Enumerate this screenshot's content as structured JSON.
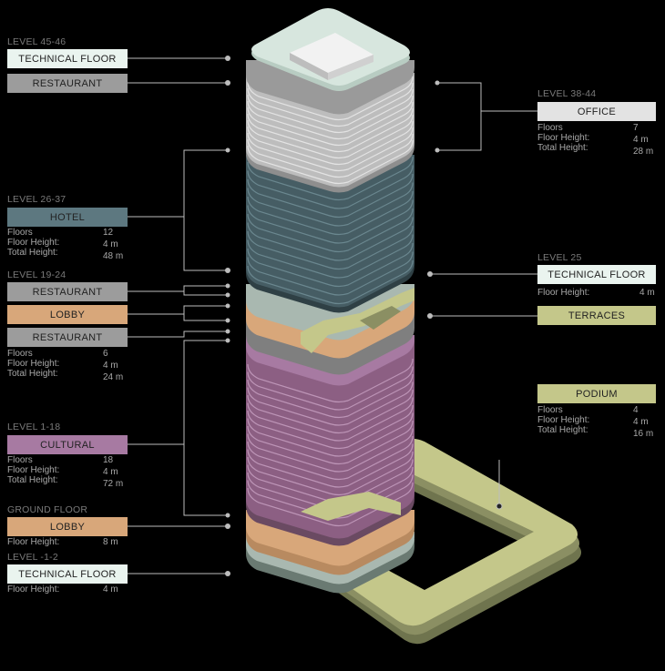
{
  "left": {
    "top_level": "LEVEL 45-46",
    "top_tech": "TECHNICAL FLOOR",
    "top_rest": "RESTAURANT",
    "hotel_level": "LEVEL 26-37",
    "hotel": "HOTEL",
    "hotel_stats": [
      {
        "label": "Floors",
        "value": "12"
      },
      {
        "label": "Floor Height:",
        "value": "4 m"
      },
      {
        "label": "Total Height:",
        "value": "48 m"
      }
    ],
    "mid_level": "LEVEL 19-24",
    "mid_rest1": "RESTAURANT",
    "mid_lobby": "LOBBY",
    "mid_rest2": "RESTAURANT",
    "mid_stats": [
      {
        "label": "Floors",
        "value": "6"
      },
      {
        "label": "Floor Height:",
        "value": "4 m"
      },
      {
        "label": "Total Height:",
        "value": "24 m"
      }
    ],
    "cult_level": "LEVEL 1-18",
    "cult": "CULTURAL",
    "cult_stats": [
      {
        "label": "Floors",
        "value": "18"
      },
      {
        "label": "Floor Height:",
        "value": "4 m"
      },
      {
        "label": "Total Height:",
        "value": "72 m"
      }
    ],
    "ground_level": "GROUND FLOOR",
    "ground_lobby": "LOBBY",
    "ground_stats": [
      {
        "label": "Floor Height:",
        "value": "8 m"
      }
    ],
    "base_level": "LEVEL -1-2",
    "base_tech": "TECHNICAL FLOOR",
    "base_stats": [
      {
        "label": "Floor Height:",
        "value": "4 m"
      }
    ]
  },
  "right": {
    "office_level": "LEVEL 38-44",
    "office": "OFFICE",
    "office_stats": [
      {
        "label": "Floors",
        "value": "7"
      },
      {
        "label": "Floor Height:",
        "value": "4 m"
      },
      {
        "label": "Total Height:",
        "value": "28 m"
      }
    ],
    "tech_level": "LEVEL 25",
    "tech": "TECHNICAL FLOOR",
    "tech_stats": [
      {
        "label": "Floor Height:",
        "value": "4 m"
      }
    ],
    "terraces": "TERRACES",
    "podium": "PODIUM",
    "podium_stats": [
      {
        "label": "Floors",
        "value": "4"
      },
      {
        "label": "Floor Height:",
        "value": "4 m"
      },
      {
        "label": "Total Height:",
        "value": "16 m"
      }
    ]
  },
  "colors": {
    "technical": "#eaf4ef",
    "restaurant": "#9c9c9c",
    "office": "#e3e3e3",
    "hotel": "#5d7880",
    "lobby": "#d8a77a",
    "cultural": "#a77aa2",
    "podium": "#c4c78a"
  }
}
